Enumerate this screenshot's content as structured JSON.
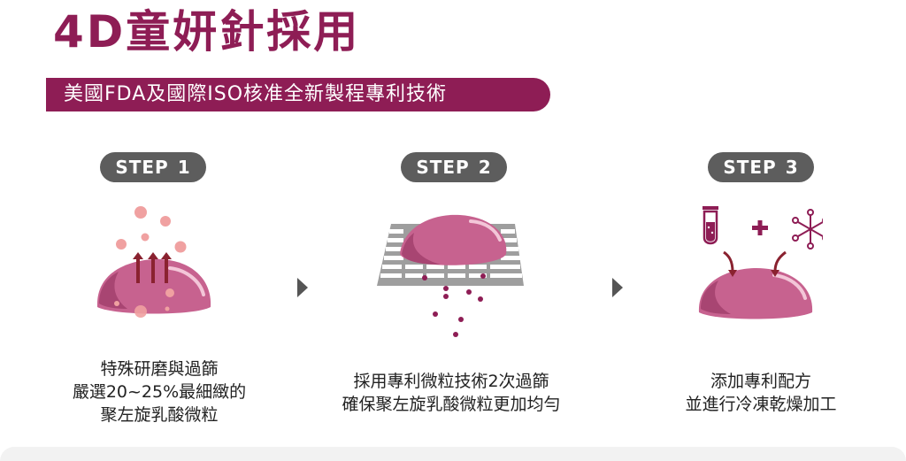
{
  "header": {
    "title": "4D童妍針採用",
    "banner": "美國FDA及國際ISO核准全新製程專利技術"
  },
  "colors": {
    "brand": "#8e1d55",
    "pill": "#5d5d5d",
    "blob": "#c7628f",
    "blob_dark": "#a84572",
    "dots": "#f0a1a1",
    "particles": "#8e1d55",
    "arrows": "#8a2230"
  },
  "steps": [
    {
      "label": "STEP",
      "number": "1",
      "icon": "grinding-blob-icon",
      "caption": [
        "特殊研磨與過篩",
        "嚴選20~25%最細緻的",
        "聚左旋乳酸微粒"
      ]
    },
    {
      "label": "STEP",
      "number": "2",
      "icon": "sieve-blob-icon",
      "caption": [
        "採用專利微粒技術2次過篩",
        "確保聚左旋乳酸微粒更加均勻"
      ]
    },
    {
      "label": "STEP",
      "number": "3",
      "icon": "freeze-dry-blob-icon",
      "caption": [
        "添加專利配方",
        "並進行冷凍乾燥加工"
      ]
    }
  ]
}
